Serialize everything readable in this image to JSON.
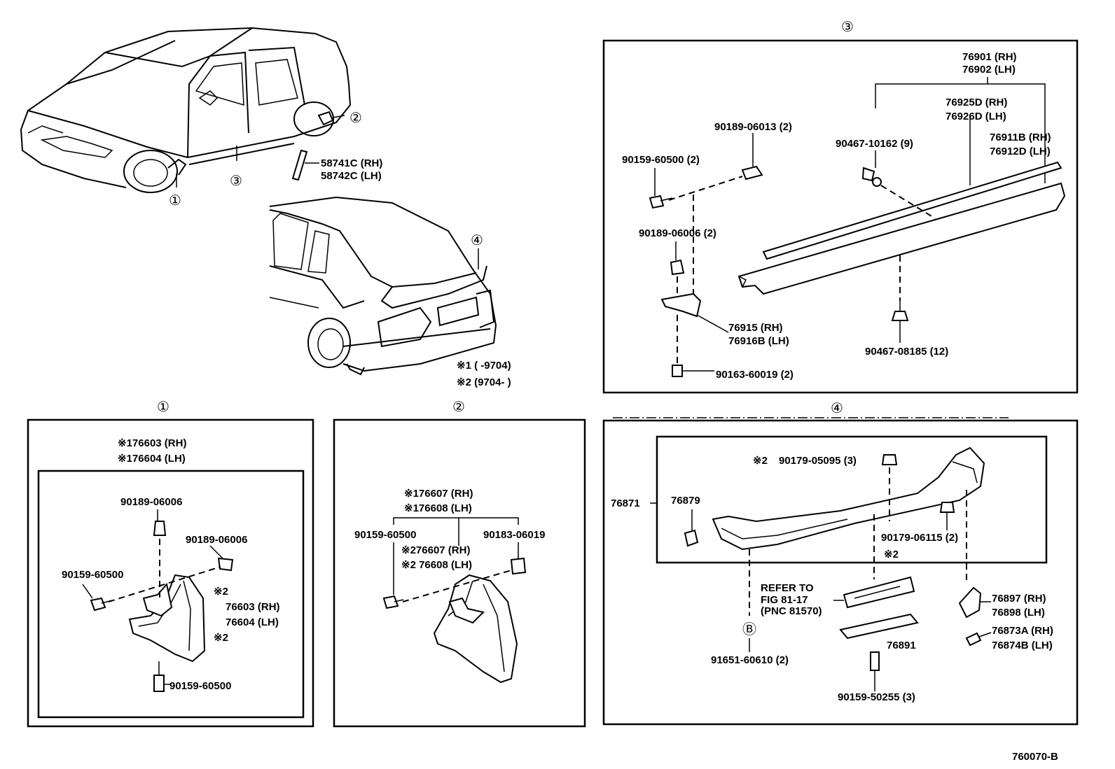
{
  "callouts": {
    "c1": "①",
    "c2": "②",
    "c3": "③",
    "c4": "④",
    "b": "Ⓑ"
  },
  "overview": {
    "mudguard_label_rh": "58741C (RH)",
    "mudguard_label_lh": "58742C (LH)",
    "note1": "※1 (      -9704)",
    "note2": "※2 (9704-       )"
  },
  "panel1": {
    "top_rh": "※176603 (RH)",
    "top_lh": "※176604 (LH)",
    "clip_top": "90189-06006",
    "clip_mid": "90189-06006",
    "screw_left": "90159-60500",
    "mark_a": "※2",
    "part_rh": "76603 (RH)",
    "part_lh": "76604 (LH)",
    "mark_b": "※2",
    "screw_bottom": "90159-60500"
  },
  "panel2": {
    "top_rh": "※176607 (RH)",
    "top_lh": "※176608 (LH)",
    "screw": "90159-60500",
    "clip": "90183-06019",
    "alt_rh": "※276607 (RH)",
    "alt_lh": "※2 76608 (LH)"
  },
  "panel3": {
    "moulding_rh": "76901 (RH)",
    "moulding_lh": "76902 (LH)",
    "sub_rh": "76925D (RH)",
    "sub_lh": "76926D (LH)",
    "rocker_rh": "76911B (RH)",
    "rocker_lh": "76912D (LH)",
    "clip_9": "90467-10162 (9)",
    "clip_a": "90189-06013 (2)",
    "screw": "90159-60500 (2)",
    "clip_b": "90189-06006 (2)",
    "bracket_rh": "76915   (RH)",
    "bracket_lh": "76916B (LH)",
    "clip_12": "90467-08185 (12)",
    "bolt": "90163-60019 (2)"
  },
  "panel4": {
    "spoiler": "76871",
    "part_76879": "76879",
    "nut_mark": "※2",
    "nut": "90179-05095 (3)",
    "nut2": "90179-06115 (2)",
    "mark": "※2",
    "refer1": "REFER TO",
    "refer2": "FIG 81-17",
    "refer3": "(PNC 81570)",
    "pad_rh": "76897 (RH)",
    "pad_lh": "76898 (LH)",
    "cover": "76891",
    "cap_rh": "76873A (RH)",
    "cap_lh": "76874B (LH)",
    "screw_b": "91651-60610 (2)",
    "screw": "90159-50255 (3)"
  },
  "footer": {
    "code": "760070-B"
  }
}
